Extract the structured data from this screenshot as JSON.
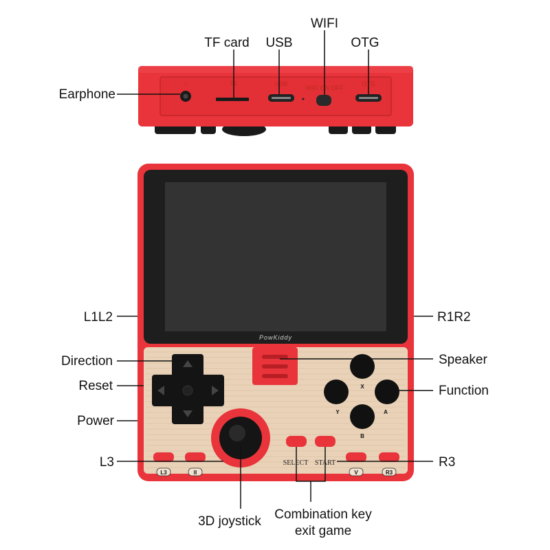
{
  "top_callouts": {
    "tf_card": "TF card",
    "usb": "USB",
    "wifi": "WIFI",
    "otg": "OTG",
    "earphone": "Earphone"
  },
  "top_panel_labels": {
    "tf": "TF",
    "usb": "USB",
    "wifi_switch": "WIFI ON OFF",
    "otg": "OTG"
  },
  "front_callouts": {
    "l1l2": "L1L2",
    "r1r2": "R1R2",
    "direction": "Direction",
    "speaker": "Speaker",
    "reset": "Reset",
    "function": "Function",
    "power": "Power",
    "l3": "L3",
    "r3": "R3",
    "joystick": "3D joystick",
    "combo_line1": "Combination key",
    "combo_line2": "exit game"
  },
  "device": {
    "brand": "PowKiddy",
    "select": "SELECT",
    "start": "START",
    "btn_x": "X",
    "btn_y": "Y",
    "btn_a": "A",
    "btn_b": "B",
    "l3": "L3",
    "ii": "II",
    "v": "V",
    "r3": "R3"
  },
  "colors": {
    "body_red": "#e8343a",
    "dark_red": "#b81f25",
    "panel_beige": "#e9d2b8",
    "screen": "#2b2b2b",
    "button_black": "#111111"
  }
}
